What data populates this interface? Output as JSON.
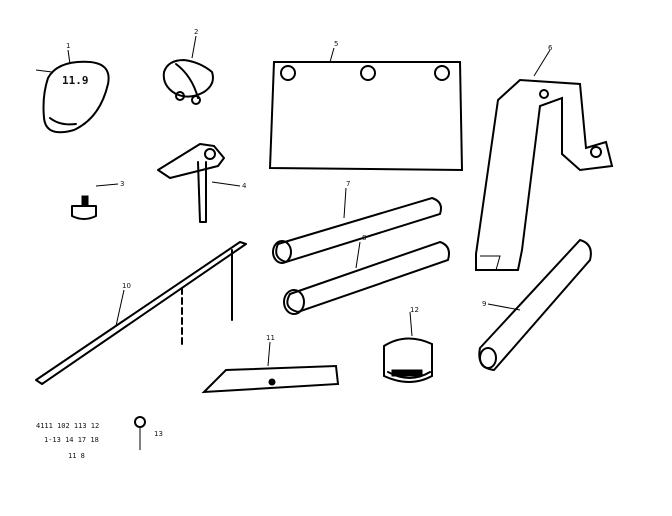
{
  "diagram": {
    "part_labels": [
      "1",
      "2",
      "3",
      "4",
      "5",
      "6",
      "7",
      "8",
      "9",
      "10",
      "11",
      "12",
      "13"
    ],
    "logo_text": "11.9",
    "reference_lines": [
      "4111 102 113 12",
      "1-13 14 17 18",
      "11 8"
    ]
  },
  "colors": {
    "ink": "#000000",
    "paper": "#ffffff"
  }
}
